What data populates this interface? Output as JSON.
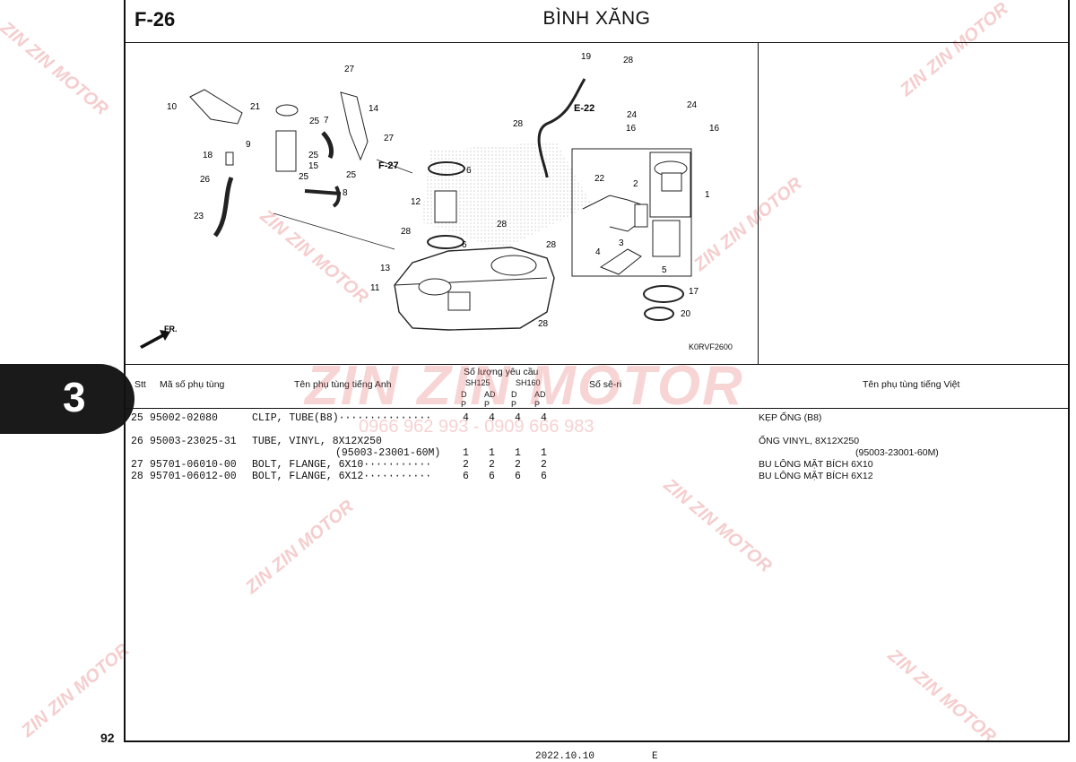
{
  "header": {
    "code": "F-26",
    "title": "BÌNH XĂNG"
  },
  "diagram": {
    "figure_code": "K0RVF2600",
    "refs": [
      "E-22",
      "F-27",
      "FR."
    ],
    "callouts": [
      "1",
      "2",
      "3",
      "4",
      "5",
      "6",
      "6",
      "7",
      "8",
      "9",
      "10",
      "11",
      "12",
      "13",
      "14",
      "15",
      "16",
      "16",
      "17",
      "18",
      "19",
      "20",
      "21",
      "22",
      "23",
      "24",
      "24",
      "25",
      "25",
      "25",
      "25",
      "26",
      "27",
      "27",
      "28",
      "28",
      "28",
      "28",
      "28",
      "28"
    ]
  },
  "table": {
    "headers": {
      "stt": "Stt",
      "part_no": "Mã số phụ tùng",
      "name_en": "Tên phụ tùng tiếng Anh",
      "qty": "Số lượng yêu cầu",
      "model1": "SH125",
      "model2": "SH160",
      "sub1": "D P",
      "sub2": "AD P",
      "sub3": "D P",
      "sub4": "AD P",
      "serial": "Số sê-ri",
      "name_vi": "Tên phụ tùng tiếng Việt"
    },
    "rows": [
      {
        "no": "25",
        "part": "95002-02080",
        "en": "CLIP, TUBE(B8)···············",
        "q": [
          "4",
          "4",
          "4",
          "4"
        ],
        "vi": "KẸP ỐNG (B8)",
        "note_en": "",
        "note_vi": ""
      },
      {
        "no": "26",
        "part": "95003-23025-31",
        "en": "TUBE, VINYL, 8X12X250",
        "q": [
          "",
          "",
          "",
          ""
        ],
        "vi": "ỐNG VINYL, 8X12X250",
        "note_en": "(95003-23001-60M)",
        "note_vi": "(95003-23001-60M)",
        "q2": [
          "1",
          "1",
          "1",
          "1"
        ]
      },
      {
        "no": "27",
        "part": "95701-06010-00",
        "en": "BOLT, FLANGE, 6X10···········",
        "q": [
          "2",
          "2",
          "2",
          "2"
        ],
        "vi": "BU LÔNG MẶT BÍCH 6X10",
        "note_en": "",
        "note_vi": ""
      },
      {
        "no": "28",
        "part": "95701-06012-00",
        "en": "BOLT, FLANGE, 6X12···········",
        "q": [
          "6",
          "6",
          "6",
          "6"
        ],
        "vi": "BU LÔNG MẶT BÍCH 6X12",
        "note_en": "",
        "note_vi": ""
      }
    ]
  },
  "section_tab": "3",
  "page_number": "92",
  "footer": {
    "date": "2022.10.10",
    "edition": "E"
  },
  "watermark": {
    "brand": "ZIN ZIN MOTOR",
    "phone": "0966 962 993 - 0909 666 983"
  }
}
